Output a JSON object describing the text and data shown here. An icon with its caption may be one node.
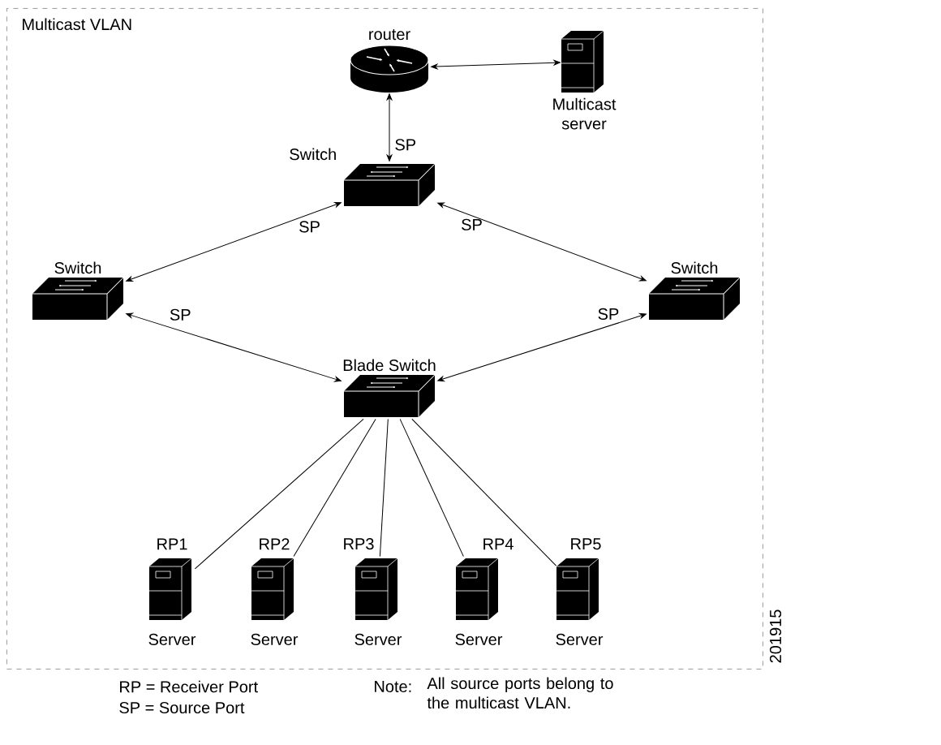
{
  "diagram": {
    "nodes": [
      {
        "text": [
          "Multicast VLAN"
        ]
      },
      {
        "text": [
          "router"
        ],
        "in": 0
      },
      {
        "text": [
          "Multicast server"
        ],
        "in": 0
      },
      {
        "text": [
          "Switch"
        ],
        "in": 0
      },
      {
        "text": [
          "Switch"
        ],
        "in": 0
      },
      {
        "text": [
          "Switch"
        ],
        "in": 0
      },
      {
        "text": [
          "Blade Switch"
        ],
        "in": 0
      },
      {
        "text": [
          "Server"
        ],
        "beside": [
          "RP1"
        ],
        "in": 0
      },
      {
        "text": [
          "Server"
        ],
        "beside": [
          "RP2"
        ],
        "in": 0
      },
      {
        "text": [
          "Server"
        ],
        "beside": [
          "RP3"
        ],
        "in": 0
      },
      {
        "text": [
          "Server"
        ],
        "beside": [
          "RP4"
        ],
        "in": 0
      },
      {
        "text": [
          "Server"
        ],
        "beside": [
          "RP5"
        ],
        "in": 0
      }
    ],
    "edges": [
      {
        "from": 1,
        "to": 2,
        "arrow": "both"
      },
      {
        "from": 1,
        "to": 3,
        "arrow": "both",
        "label": "SP"
      },
      {
        "from": 3,
        "to": 4,
        "arrow": "both",
        "label": "SP"
      },
      {
        "from": 3,
        "to": 5,
        "arrow": "both",
        "label": "SP"
      },
      {
        "from": 4,
        "to": 6,
        "arrow": "both",
        "label": "SP"
      },
      {
        "from": 5,
        "to": 6,
        "arrow": "both",
        "label": "SP"
      },
      {
        "from": 6,
        "to": 7,
        "arrow": "none"
      },
      {
        "from": 6,
        "to": 8,
        "arrow": "none"
      },
      {
        "from": 6,
        "to": 9,
        "arrow": "none"
      },
      {
        "from": 6,
        "to": 10,
        "arrow": "none"
      },
      {
        "from": 6,
        "to": 11,
        "arrow": "none"
      }
    ],
    "labels": [
      "201915",
      "RP = Receiver Port",
      "SP = Source Port",
      "Note:",
      "All source ports belong to the multicast VLAN."
    ]
  }
}
